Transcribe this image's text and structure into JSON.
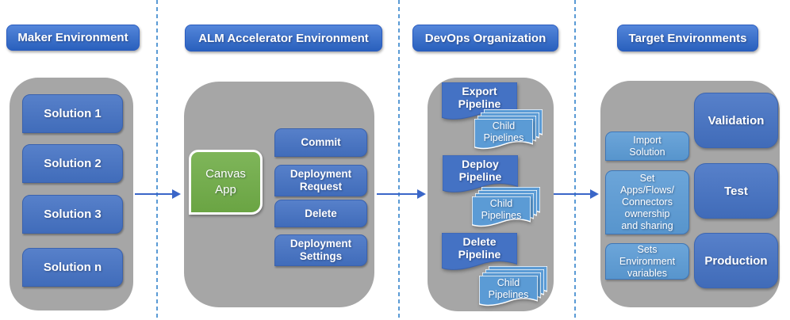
{
  "colors": {
    "header_blue": "#2E6BD2",
    "box_blue": "#4472C4",
    "box_blue_border": "#3A62AE",
    "light_blue": "#5B9BD5",
    "light_blue_border": "#3F76B6",
    "green": "#70AD47",
    "container_gray": "#A6A6A6",
    "arrow_blue": "#3A66C8",
    "dash_blue": "#5B9BD5"
  },
  "sections": [
    {
      "title": "Maker Environment",
      "solutions": [
        "Solution 1",
        "Solution 2",
        "Solution 3",
        "Solution n"
      ]
    },
    {
      "title": "ALM Accelerator Environment",
      "canvas_app_label": "Canvas\nApp",
      "actions": [
        "Commit",
        "Deployment\nRequest",
        "Delete",
        "Deployment\nSettings"
      ]
    },
    {
      "title": "DevOps Organization",
      "pipelines": [
        {
          "label": "Export\nPipeline",
          "child_label": "Child\nPipelines"
        },
        {
          "label": "Deploy\nPipeline",
          "child_label": "Child\nPipelines"
        },
        {
          "label": "Delete\nPipeline",
          "child_label": "Child\nPipelines"
        }
      ]
    },
    {
      "title": "Target Environments",
      "steps": [
        "Import\nSolution",
        "Set\nApps/Flows/\nConnectors\nownership\nand sharing",
        "Sets\nEnvironment\nvariables"
      ],
      "environments": [
        "Validation",
        "Test",
        "Production"
      ]
    }
  ]
}
